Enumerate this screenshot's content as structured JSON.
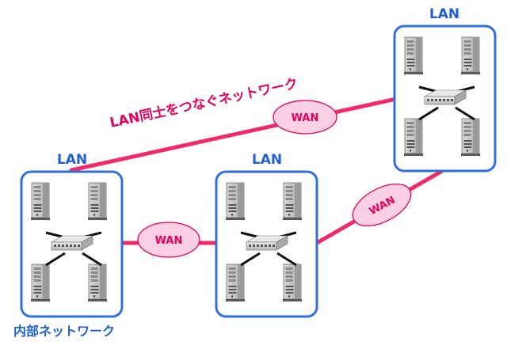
{
  "colors": {
    "lan_frame": "#2f6fe0",
    "wan_line": "#ef2b6a",
    "wan_bubble_fill": "#fbd0e2",
    "wan_bubble_stroke": "#e6005c",
    "label_blue": "#1f5fd6",
    "label_pink": "#e6005c"
  },
  "lans": [
    {
      "label": "LAN"
    },
    {
      "label": "LAN"
    },
    {
      "label": "LAN"
    }
  ],
  "wan_links": [
    {
      "label": "WAN"
    },
    {
      "label": "WAN"
    },
    {
      "label": "WAN"
    }
  ],
  "lan_interconnect_caption": "LAN同士をつなぐネットワーク",
  "internal_network_caption": "内部ネットワーク"
}
